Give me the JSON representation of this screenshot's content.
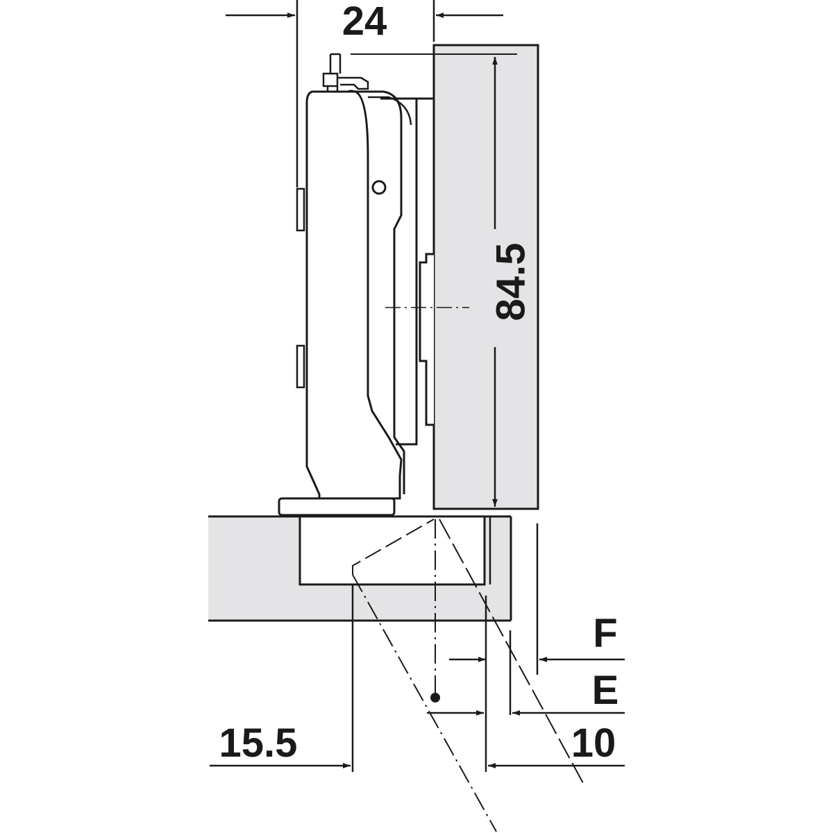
{
  "dimensions": {
    "top_width": "24",
    "height": "84.5",
    "label_f": "F",
    "label_e": "E",
    "bottom_right": "10",
    "bottom_left": "15.5"
  },
  "colors": {
    "line": "#1a1a1a",
    "panel_fill": "#e4e4e6",
    "background": "#ffffff"
  }
}
